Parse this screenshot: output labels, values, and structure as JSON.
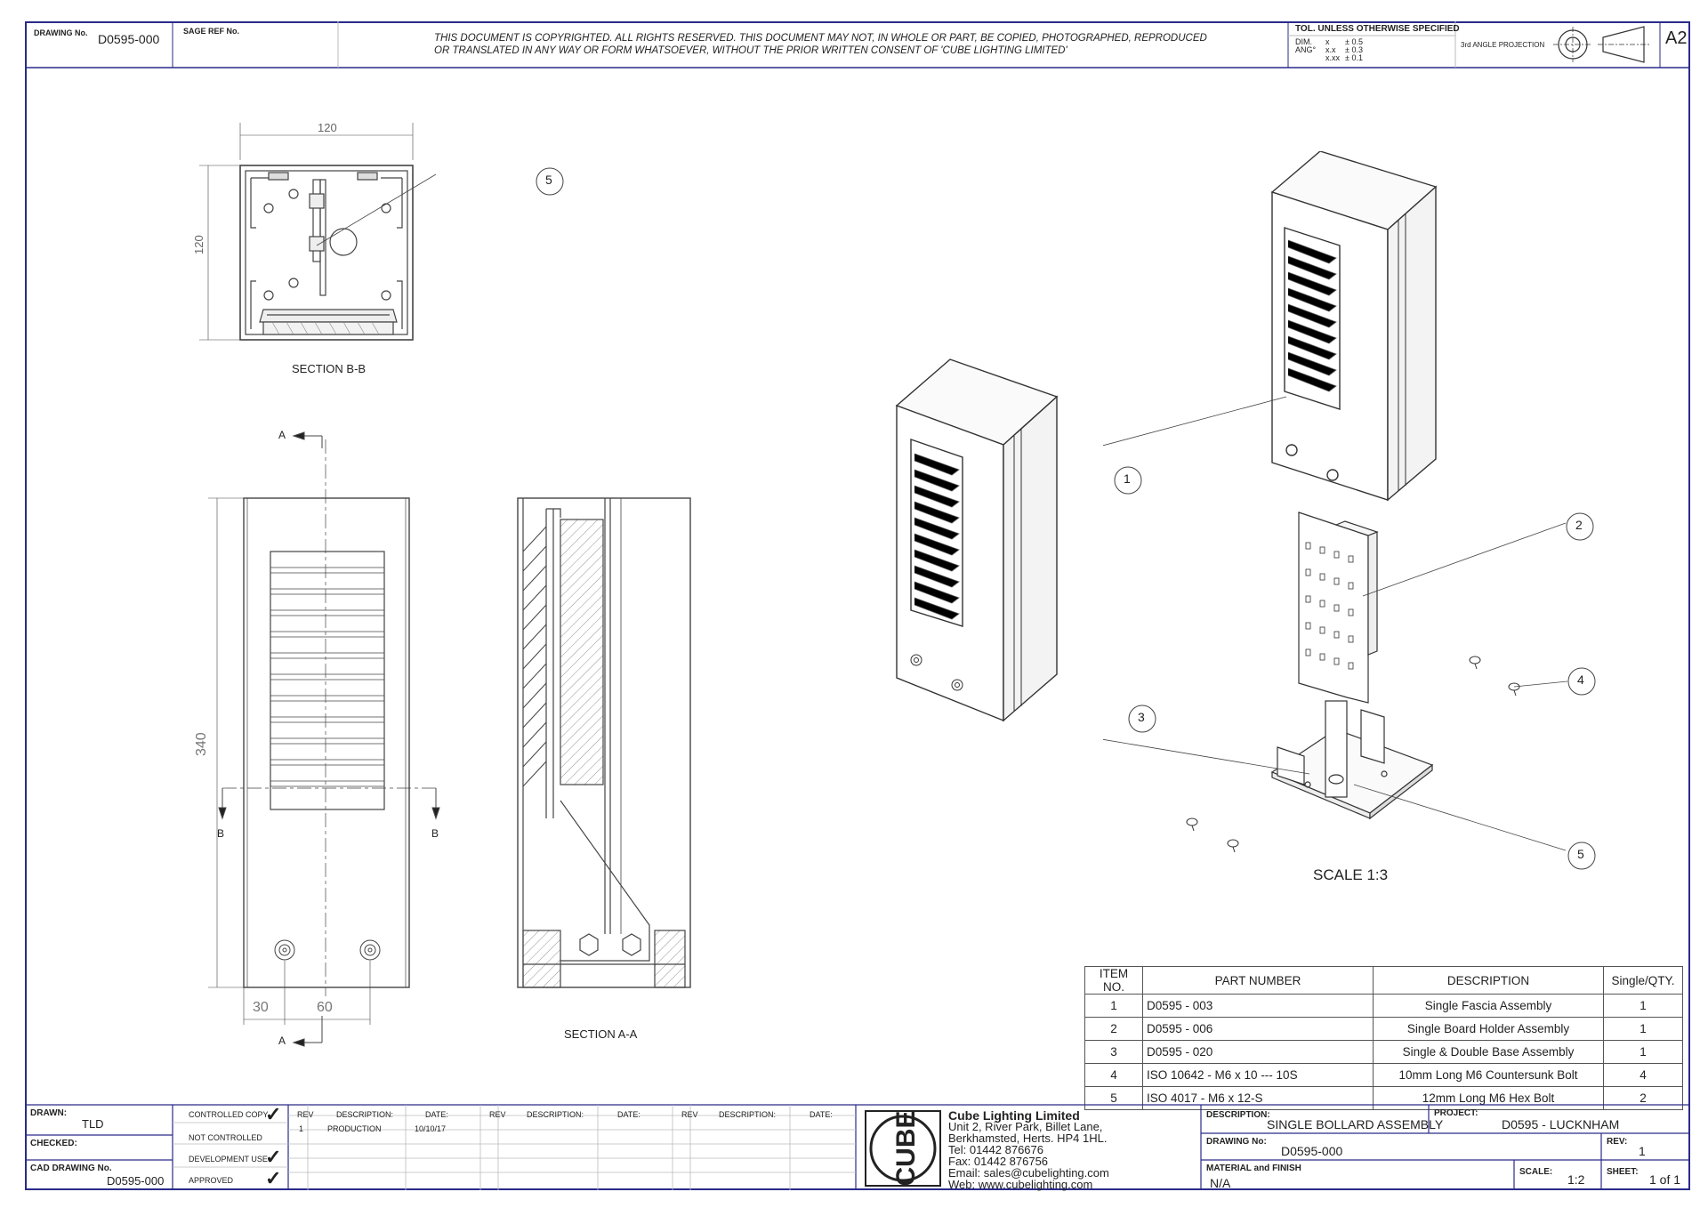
{
  "header": {
    "drawing_no_label": "DRAWING No.",
    "drawing_no": "D0595-000",
    "sage_ref_label": "SAGE REF No.",
    "copyright_line1": "THIS DOCUMENT IS COPYRIGHTED. ALL RIGHTS RESERVED. THIS DOCUMENT MAY NOT, IN WHOLE OR PART, BE COPIED, PHOTOGRAPHED, REPRODUCED",
    "copyright_line2": "OR TRANSLATED IN ANY WAY OR FORM WHATSOEVER, WITHOUT THE PRIOR WRITTEN CONSENT OF 'CUBE LIGHTING LIMITED'",
    "tol_title": "TOL. UNLESS OTHERWISE SPECIFIED",
    "tol_dim": "DIM.",
    "tol_ang": "ANG°",
    "tol_x": "x",
    "tol_xx": "x.x",
    "tol_xxx": "x.xx",
    "tol_v1": "± 0.5",
    "tol_v2": "± 0.3",
    "tol_v3": "± 0.1",
    "projection": "3rd ANGLE PROJECTION",
    "sheet_size": "A2"
  },
  "views": {
    "section_bb": "SECTION B-B",
    "section_aa": "SECTION A-A",
    "scale_note": "SCALE 1:3",
    "dim_120_w": "120",
    "dim_120_h": "120",
    "dim_340": "340",
    "dim_30": "30",
    "dim_60": "60",
    "cut_a": "A",
    "cut_b": "B",
    "balloons": [
      "1",
      "2",
      "3",
      "4",
      "5"
    ]
  },
  "bom": {
    "headers": [
      "ITEM NO.",
      "PART NUMBER",
      "DESCRIPTION",
      "Single/QTY."
    ],
    "rows": [
      [
        "1",
        "D0595 - 003",
        "Single Fascia Assembly",
        "1"
      ],
      [
        "2",
        "D0595 - 006",
        "Single Board Holder Assembly",
        "1"
      ],
      [
        "3",
        "D0595 - 020",
        "Single & Double Base Assembly",
        "1"
      ],
      [
        "4",
        "ISO 10642 - M6 x 10 --- 10S",
        "10mm Long M6 Countersunk Bolt",
        "4"
      ],
      [
        "5",
        "ISO 4017 - M6 x 12-S",
        "12mm Long M6 Hex Bolt",
        "2"
      ]
    ]
  },
  "title_block": {
    "drawn_label": "DRAWN:",
    "drawn": "TLD",
    "checked_label": "CHECKED:",
    "cad_label": "CAD DRAWING No.",
    "cad_no": "D0595-000",
    "status": [
      {
        "label": "CONTROLLED COPY",
        "checked": "✓"
      },
      {
        "label": "NOT CONTROLLED",
        "checked": ""
      },
      {
        "label": "DEVELOPMENT USE",
        "checked": "✓"
      },
      {
        "label": "APPROVED",
        "checked": "✓"
      }
    ],
    "rev_headers": [
      "REV",
      "DESCRIPTION:",
      "DATE:",
      "REV",
      "DESCRIPTION:",
      "DATE:",
      "REV",
      "DESCRIPTION:",
      "DATE:"
    ],
    "rev_row": [
      "1",
      "PRODUCTION",
      "10/10/17"
    ],
    "logo_text": "CUBE",
    "company": "Cube Lighting Limited",
    "address1": "Unit 2, River Park, Billet Lane,",
    "address2": "Berkhamsted, Herts. HP4 1HL.",
    "tel": "Tel: 01442 876676",
    "fax": "Fax: 01442 876756",
    "email": "Email: sales@cubelighting.com",
    "web": "Web: www.cubelighting.com",
    "description_label": "DESCRIPTION:",
    "description": "SINGLE BOLLARD ASSEMBLY",
    "project_label": "PROJECT:",
    "project": "D0595 - LUCKNHAM",
    "drawing_no_label": "DRAWING No:",
    "drawing_no": "D0595-000",
    "rev_label": "REV:",
    "rev": "1",
    "material_label": "MATERIAL and FINISH",
    "material": "N/A",
    "scale_label": "SCALE:",
    "scale": "1:2",
    "sheet_label": "SHEET:",
    "sheet": "1 of 1"
  }
}
